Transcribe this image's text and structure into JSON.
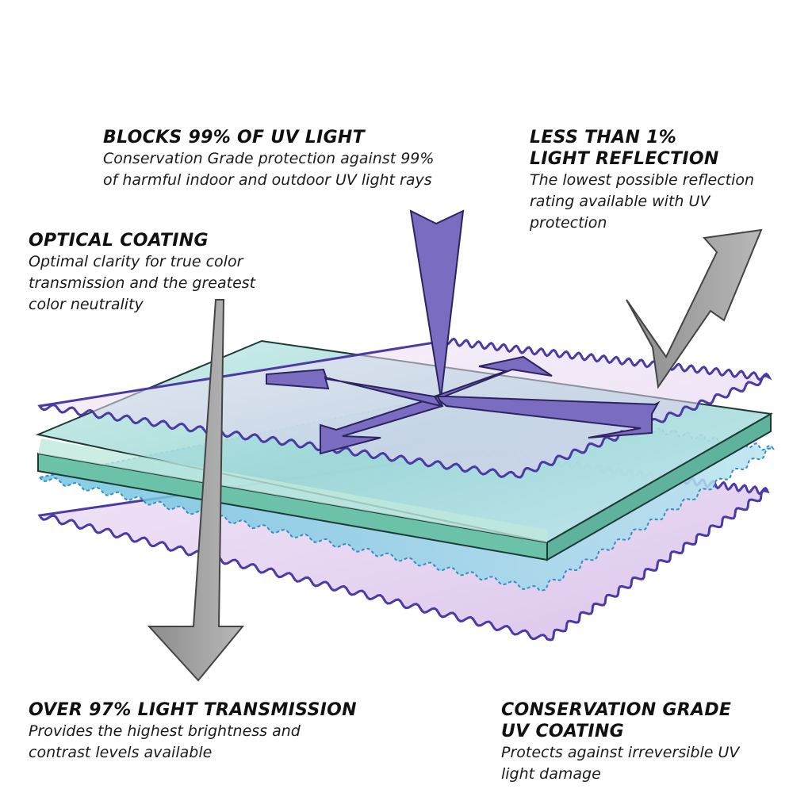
{
  "labels": {
    "uv_block": {
      "title": "BLOCKS 99% OF UV LIGHT",
      "desc": "Conservation Grade protection against 99%\nof harmful indoor and outdoor UV light rays"
    },
    "reflection": {
      "title": "LESS THAN 1%\nLIGHT REFLECTION",
      "desc": "The lowest possible reflection\nrating available with UV\nprotection"
    },
    "optical": {
      "title": "OPTICAL COATING",
      "desc": "Optimal clarity for true color\ntransmission and the greatest\ncolor neutrality"
    },
    "transmission": {
      "title": "OVER 97% LIGHT TRANSMISSION",
      "desc": "Provides the highest brightness and\ncontrast levels available"
    },
    "conservation": {
      "title": "CONSERVATION GRADE\nUV COATING",
      "desc": "Protects against irreversible UV\nlight damage"
    }
  },
  "colors": {
    "uv_layer_fill": "#ecdcf4",
    "uv_layer_edge": "#4b3aa6",
    "glass_top": "#a9dcd8",
    "glass_edge": "#7ccbb8",
    "blue_layer": "#8fcfe6",
    "uv_arrow": "#7a6cc0",
    "grey_arrow": "#9a9a9a"
  }
}
